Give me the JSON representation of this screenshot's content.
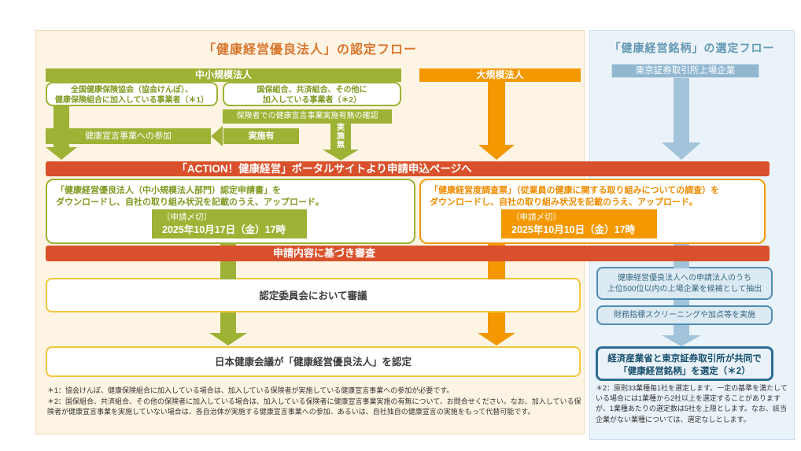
{
  "colors": {
    "green": "#9eb235",
    "orange": "#f39800",
    "red_banner": "#d9512c",
    "gold_border": "#f2c53d",
    "steel_blue": "#92b8d1",
    "blue_box_border": "#4e8cb4",
    "left_panel_bg": "#fdf4e3",
    "right_panel_bg": "#ebf3fa",
    "left_title": "#d8762e",
    "right_title": "#6397b1"
  },
  "left": {
    "title": "「健康経営優良法人」の認定フロー",
    "sme_header": "中小規模法人",
    "large_header": "大規模法人",
    "box_kyokai": {
      "line1": "全国健康保険協会（協会けんぽ）、",
      "line2": "健康保険組合に加入している事業者（＊1）"
    },
    "box_kokuho": {
      "line1": "国保組合、共済組合、その他に",
      "line2": "加入している事業者（＊2）"
    },
    "kakunin": "保険者での健康宣言事業実施有無の確認",
    "sanka": "健康宣言事業への参加",
    "jisshi_ari": "実施有",
    "jisshi_mu": "実施無",
    "action_banner": "「ACTION！健康経営」ポータルサイトより申請申込ページへ",
    "app_sme": {
      "line1": "「健康経営優良法人（中小規模法人部門）認定申請書」を",
      "line2": "ダウンロードし、自社の取り組み状況を記載のうえ、アップロード。",
      "deadline_label": "〔申請〆切〕",
      "deadline_date": "2025年10月17日（金）17時"
    },
    "app_large": {
      "line1": "「健康経営度調査票」（従業員の健康に関する取り組みについての調査）を",
      "line2": "ダウンロードし、自社の取り組み状況を記載のうえ、アップロード。",
      "deadline_label": "〔申請〆切〕",
      "deadline_date": "2025年10月10日（金）17時"
    },
    "review_banner": "申請内容に基づき審査",
    "committee_box": "認定委員会において審議",
    "final_box": "日本健康会議が「健康経営優良法人」を認定",
    "note1": "＊1：協会けんぽ、健康保険組合に加入している場合は、加入している保険者が実施している健康宣言事業への参加が必要です。",
    "note2": "＊2：国保組合、共済組合、その他の保険者に加入している場合は、加入している保険者に健康宣言事業実施の有無について、お問合せください。なお、加入している保険者が健康宣言事業を実施していない場合は、各自治体が実施する健康宣言事業への参加、あるいは、自社独自の健康宣言の実施をもって代替可能です。"
  },
  "right": {
    "title": "「健康経営銘柄」の選定フロー",
    "tse_header": "東京証券取引所上場企業",
    "extract_box": {
      "line1": "健康経営優良法人への申請法人のうち",
      "line2": "上位500位以内の上場企業を候補として抽出"
    },
    "screening_box": "財務指標スクリーニングや加点等を実施",
    "select_box": {
      "line1": "経済産業省と東京証券取引所が共同で",
      "line2": "「健康経営銘柄」を選定（＊2）"
    },
    "note2": "＊2：原則33業種毎1社を選定します。一定の基準を満たしている場合には1業種から2社以上を選定することがありますが、1業種あたりの選定数は5社を上限とします。なお、該当企業がない業種については、選定なしとします。"
  }
}
